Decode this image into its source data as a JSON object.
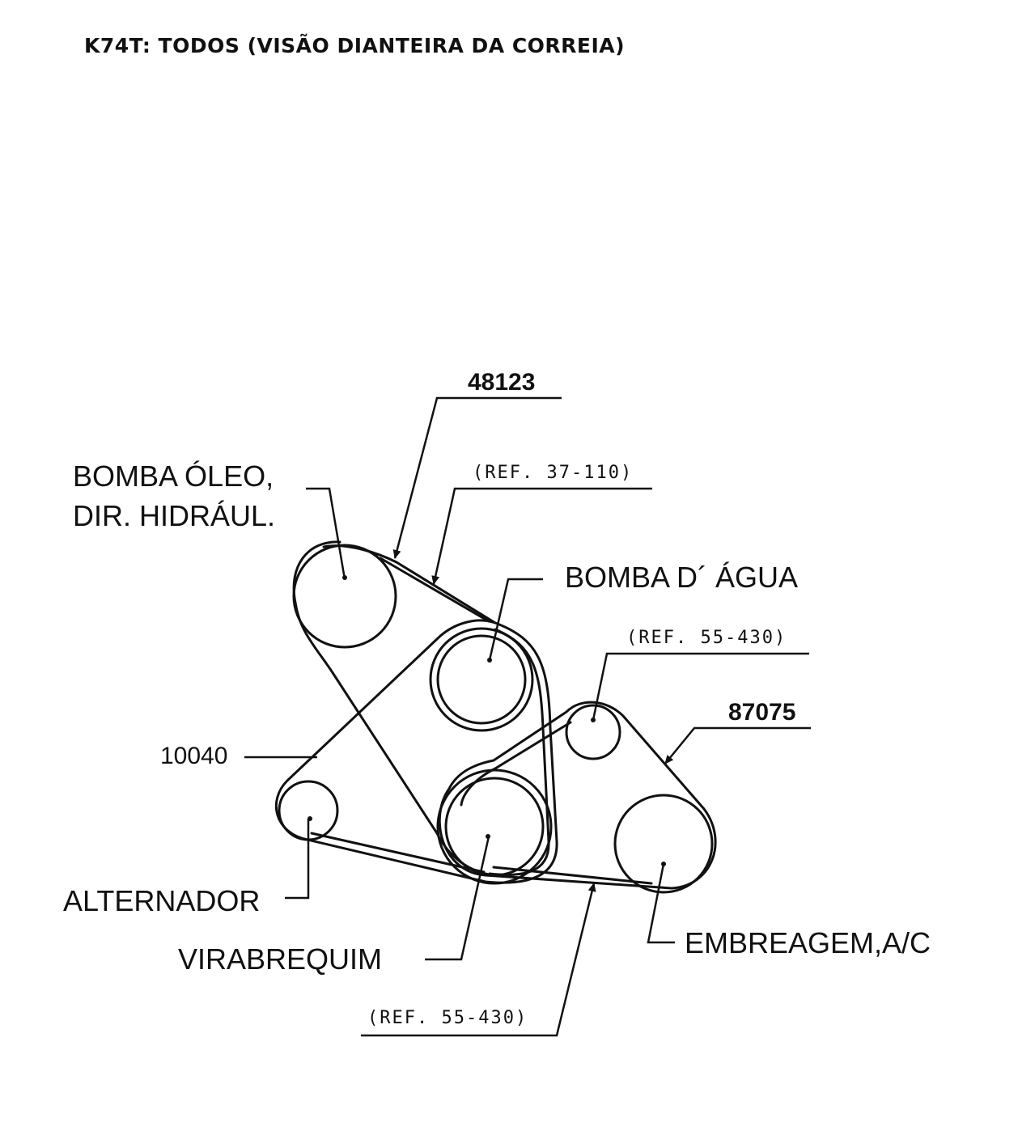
{
  "title": "K74T: TODOS (VISÃO DIANTEIRA DA CORREIA)",
  "parts": {
    "belt_main": "48123",
    "belt_ac": "87075",
    "tensioner_left": "10040"
  },
  "refs": {
    "ref_top": "(REF. 37-110)",
    "ref_right": "(REF. 55-430)",
    "ref_bottom": "(REF. 55-430)"
  },
  "pulleys": {
    "power_steering_line1": "BOMBA ÓLEO,",
    "power_steering_line2": "DIR. HIDRÁUL.",
    "water_pump": "BOMBA D´ ÁGUA",
    "alternator": "ALTERNADOR",
    "crankshaft": "VIRABREQUIM",
    "ac_clutch": "EMBREAGEM,A/C"
  }
}
